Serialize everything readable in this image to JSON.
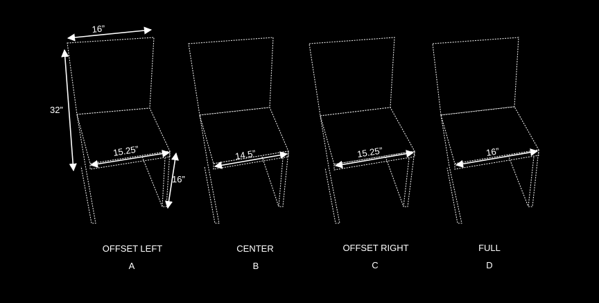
{
  "dimensions": {
    "back_width": "16”",
    "height": "32”",
    "depth": "16”"
  },
  "chairs": [
    {
      "seat_width": "15.25”",
      "name": "OFFSET LEFT",
      "letter": "A"
    },
    {
      "seat_width": "14.5”",
      "name": "CENTER",
      "letter": "B"
    },
    {
      "seat_width": "15.25”",
      "name": "OFFSET RIGHT",
      "letter": "C"
    },
    {
      "seat_width": "16”",
      "name": "FULL",
      "letter": "D"
    }
  ],
  "colors": {
    "background": "#000000",
    "line": "#e8e8e8",
    "text": "#ffffff"
  }
}
